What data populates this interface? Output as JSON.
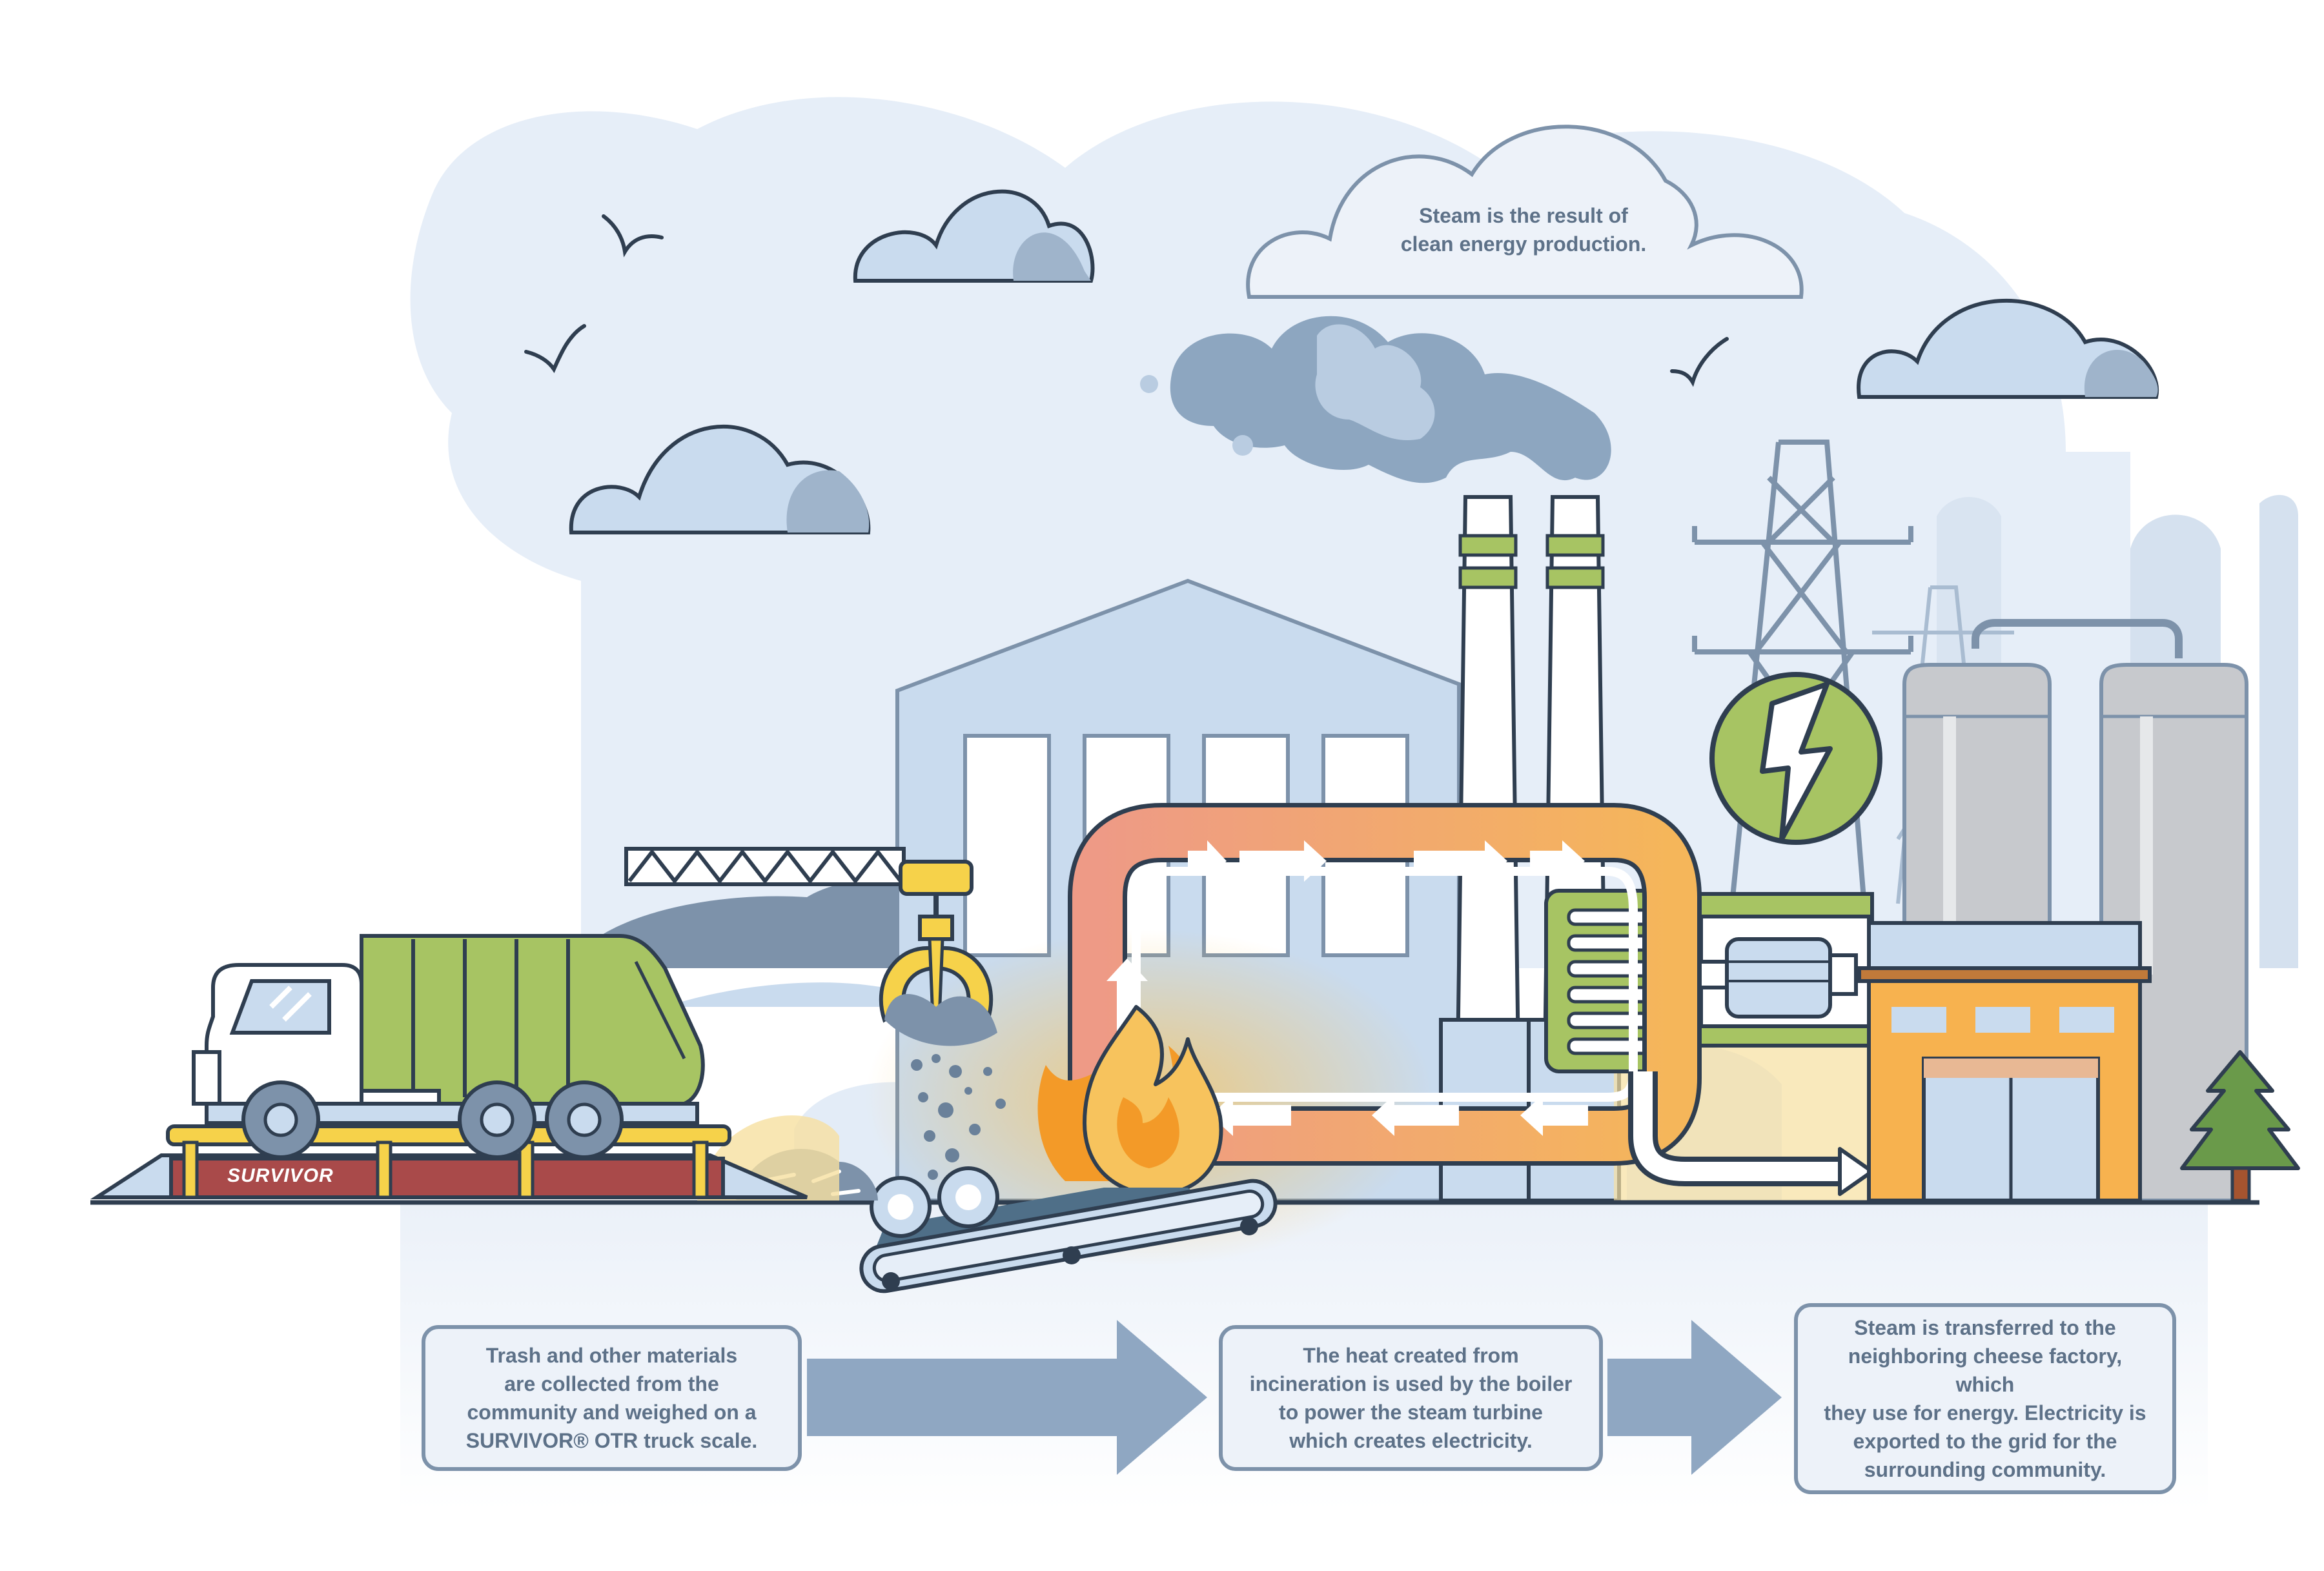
{
  "cloud_caption": {
    "line1": "Steam is the result of",
    "line2": "clean energy production."
  },
  "scale_brand": "SURVIVOR",
  "steps": [
    {
      "lines": [
        "Trash and other materials",
        "are collected from the",
        "community and weighed on a",
        "SURVIVOR® OTR truck scale."
      ]
    },
    {
      "lines": [
        "The heat created from",
        "incineration is used by the boiler",
        "to power the steam turbine",
        "which creates electricity."
      ]
    },
    {
      "lines": [
        "Steam is transferred to the",
        "neighboring cheese factory, which",
        "they use for energy. Electricity is",
        "exported to the grid for the",
        "surrounding community."
      ]
    }
  ],
  "icons": {
    "power": "lightning-bolt-icon",
    "birds": "bird-icon"
  },
  "colors": {
    "outline": "#2f3e50",
    "sky_blue": "#c9dbee",
    "steel_blue": "#7d92aa",
    "green": "#a7c463",
    "flame_orange": "#f39a28",
    "pipe_orange": "#f0a07a",
    "factory_orange": "#f7b24f",
    "scale_red": "#a94a4a",
    "scale_yellow": "#f6d24a"
  }
}
